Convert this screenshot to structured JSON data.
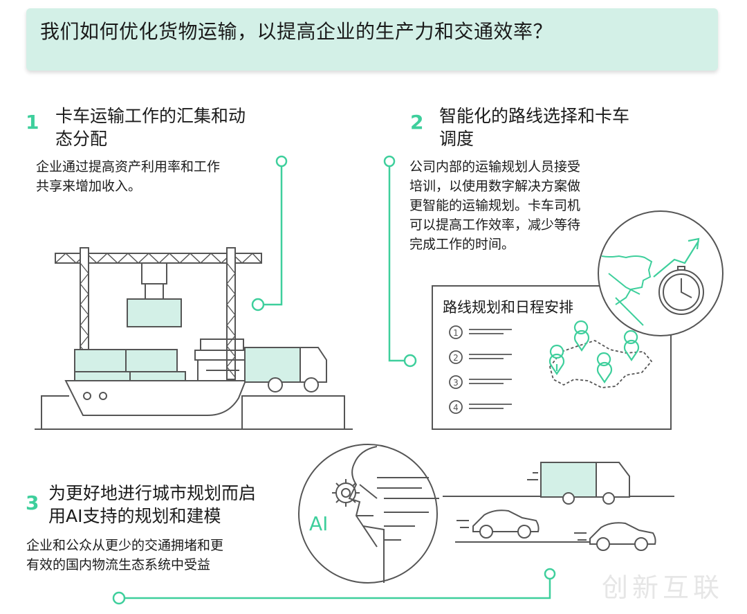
{
  "banner": {
    "title": "我们如何优化货物运输，以提高企业的生产力和交通效率？"
  },
  "sections": [
    {
      "num": "1",
      "heading_l1": "卡车运输工作的汇集和动",
      "heading_l2": "态分配",
      "desc_l1": "企业通过提高资产利用率和工作",
      "desc_l2": "共享来增加收入。"
    },
    {
      "num": "2",
      "heading_l1": "智能化的路线选择和卡车",
      "heading_l2": "调度",
      "desc_l1": "公司内部的运输规划人员接受",
      "desc_l2": "培训，以使用数字解决方案做",
      "desc_l3": "更智能的运输规划。卡车司机",
      "desc_l4": "可以提高工作效率，减少等待",
      "desc_l5": "完成工作的时间。"
    },
    {
      "num": "3",
      "heading_l1": "为更好地进行城市规划而启",
      "heading_l2": "用AI支持的规划和建模",
      "desc_l1": "企业和公众从更少的交通拥堵和更",
      "desc_l2": "有效的国内物流生态系统中受益"
    }
  ],
  "route_panel": {
    "title": "路线规划和日程安排",
    "steps": [
      "1",
      "2",
      "3",
      "4"
    ]
  },
  "ai_label": "AI",
  "watermark": "创新互联",
  "colors": {
    "accent": "#3ecf9c",
    "banner_bg": "#d3f0e7",
    "line_art": "#555555"
  }
}
